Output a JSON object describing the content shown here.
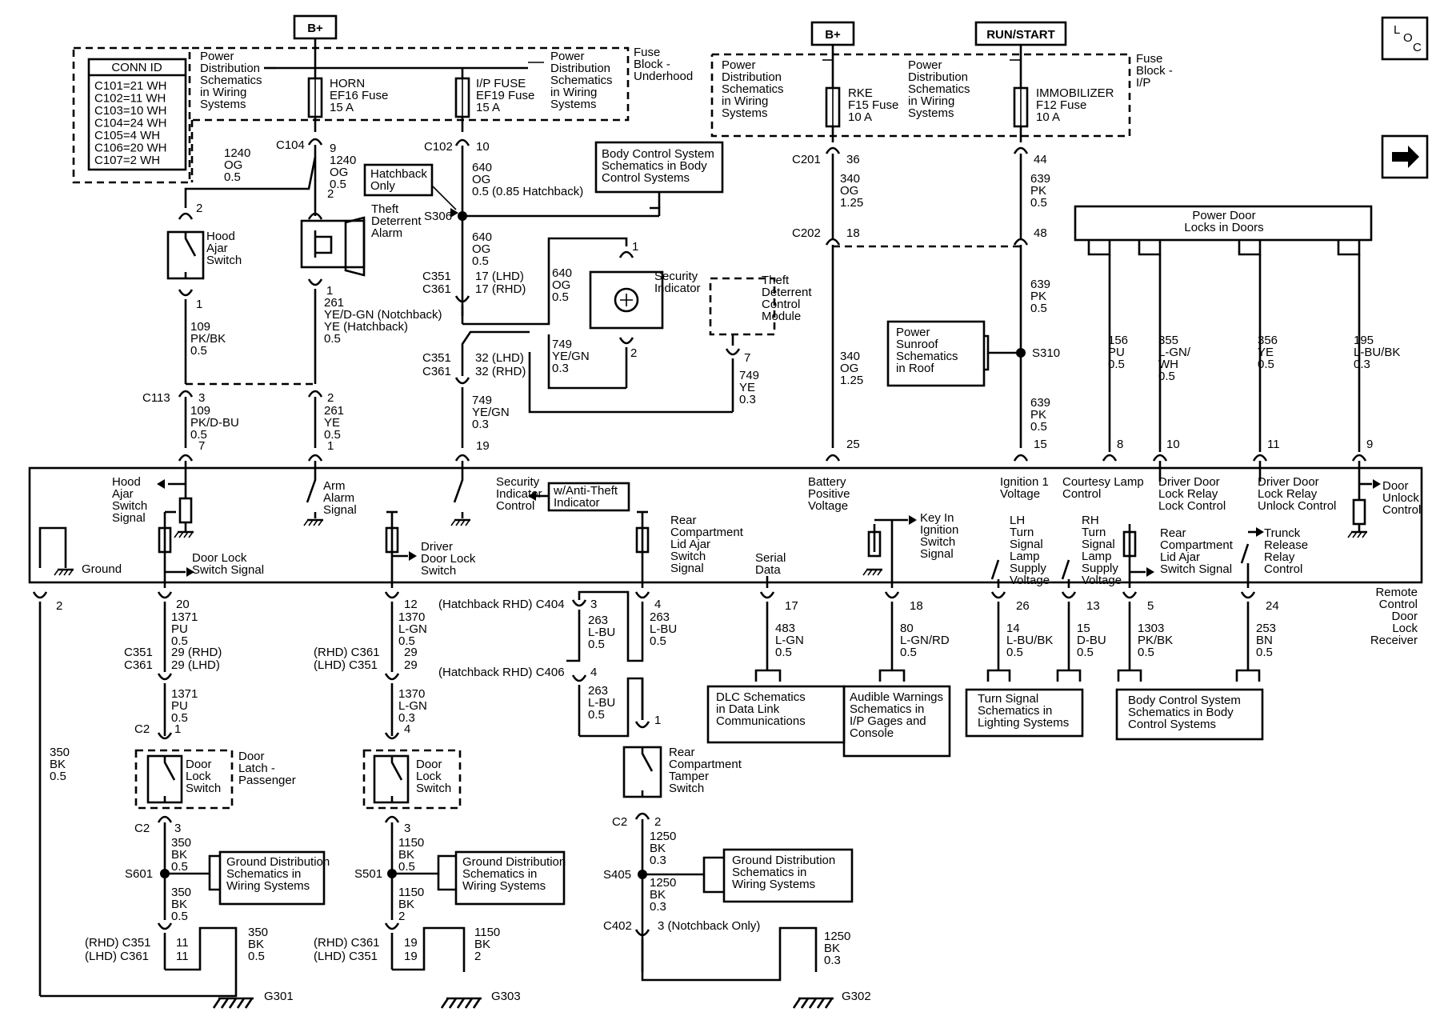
{
  "power_labels": {
    "bplus": "B+",
    "run_start": "RUN/START"
  },
  "loc_icon": "loc-icon",
  "next_icon": "arrow-right-icon",
  "conn_id": {
    "title": "CONN ID",
    "rows": [
      "C101=21 WH",
      "C102=11 WH",
      "C103=10 WH",
      "C104=24 WH",
      "C105=4 WH",
      "C106=20 WH",
      "C107=2 WH"
    ]
  },
  "fuse_block_underhood": [
    "Fuse",
    "Block -",
    "Underhood"
  ],
  "fuse_block_ip": [
    "Fuse",
    "Block -",
    "I/P"
  ],
  "power_dist_ref": [
    "Power",
    "Distribution",
    "Schematics",
    "in Wiring",
    "Systems"
  ],
  "horn_fuse": [
    "HORN",
    "EF16 Fuse",
    "15 A"
  ],
  "ip_fuse": [
    "I/P FUSE",
    "EF19 Fuse",
    "15 A"
  ],
  "rke_fuse": [
    "RKE",
    "F15 Fuse",
    "10 A"
  ],
  "immo_fuse": [
    "IMMOBILIZER",
    "F12 Fuse",
    "10 A"
  ],
  "connectors": {
    "c104": "C104",
    "c102": "C102",
    "c201": "C201",
    "c202": "C202",
    "c113": "C113",
    "s306": "S306",
    "s310": "S310",
    "c351": "C351",
    "c361": "C361",
    "c351_c361_a": [
      "C351",
      "C361"
    ],
    "c2": "C2",
    "c404": "(Hatchback RHD) C404",
    "c406": "(Hatchback RHD) C406",
    "s601": "S601",
    "s501": "S501",
    "s405": "S405",
    "c402": "C402",
    "g301": "G301",
    "g303": "G303",
    "g302": "G302",
    "rhd_c351": "(RHD) C351",
    "lhd_c361": "(LHD) C361",
    "rhd_c361": "(RHD) C361",
    "lhd_c351": "(LHD) C351"
  },
  "pins": {
    "c104_9": "9",
    "c102_10": "10",
    "c201_36": "36",
    "c201_44": "44",
    "c202_18": "18",
    "c202_48": "48",
    "hood_2": "2",
    "hood_1": "1",
    "alarm_2": "2",
    "alarm_1": "1",
    "sec_1": "1",
    "sec_2": "2",
    "tdcm_7": "7",
    "c351_17": "17 (LHD)",
    "c361_17": "17 (RHD)",
    "c351_32": "32 (LHD)",
    "c361_32": "32 (RHD)",
    "c113_3": "3",
    "c113_2": "2",
    "r7": "7",
    "r1": "1",
    "r19": "19",
    "r25": "25",
    "r15": "15",
    "r8": "8",
    "r10": "10",
    "r11": "11",
    "r9": "9",
    "r2": "2",
    "r20": "20",
    "r12": "12",
    "r4": "4",
    "r17": "17",
    "r18": "18",
    "r26": "26",
    "r13": "13",
    "r5": "5",
    "r24": "24",
    "c351_29rhd": "29 (RHD)",
    "c361_29lhd": "29 (LHD)",
    "c361_29": "29",
    "c351_29": "29",
    "c2_1a": "1",
    "c2_3a": "3",
    "c2_4b": "4",
    "c2_3b": "3",
    "c404_3": "3",
    "c406_4": "4",
    "tamper_1": "1",
    "tamper_2": "2",
    "c402_3": "3 (Notchback Only)",
    "g301_11a": "11",
    "g301_11b": "11",
    "g303_19a": "19",
    "g303_19b": "19"
  },
  "wires": {
    "w1240a": [
      "1240",
      "OG",
      "0.5"
    ],
    "w1240b": [
      "1240",
      "OG",
      "0.5"
    ],
    "w640a": [
      "640",
      "OG",
      "0.5 (0.85 Hatchback)"
    ],
    "w640b": [
      "640",
      "OG",
      "0.5"
    ],
    "w640c": [
      "640",
      "OG",
      "0.5"
    ],
    "w340a": [
      "340",
      "OG",
      "1.25"
    ],
    "w340b": [
      "340",
      "OG",
      "1.25"
    ],
    "w639a": [
      "639",
      "PK",
      "0.5"
    ],
    "w639b": [
      "639",
      "PK",
      "0.5"
    ],
    "w639c": [
      "639",
      "PK",
      "0.5"
    ],
    "w109a": [
      "109",
      "PK/BK",
      "0.5"
    ],
    "w109b": [
      "109",
      "PK/D-BU",
      "0.5"
    ],
    "w261a": [
      "261",
      "YE/D-GN (Notchback)",
      "YE (Hatchback)",
      "0.5"
    ],
    "w261b": [
      "261",
      "YE",
      "0.5"
    ],
    "w749a": [
      "749",
      "YE/GN",
      "0.3"
    ],
    "w749b": [
      "749",
      "YE/GN",
      "0.3"
    ],
    "w749c": [
      "749",
      "YE",
      "0.3"
    ],
    "w156": [
      "156",
      "PU",
      "0.5"
    ],
    "w355": [
      "355",
      "L-GN/",
      "WH",
      "0.5"
    ],
    "w356": [
      "356",
      "YE",
      "0.5"
    ],
    "w195": [
      "195",
      "L-BU/BK",
      "0.3"
    ],
    "w1371a": [
      "1371",
      "PU",
      "0.5"
    ],
    "w1371b": [
      "1371",
      "PU",
      "0.5"
    ],
    "w1370a": [
      "1370",
      "L-GN",
      "0.5"
    ],
    "w1370b": [
      "1370",
      "L-GN",
      "0.3"
    ],
    "w263a": [
      "263",
      "L-BU",
      "0.5"
    ],
    "w263b": [
      "263",
      "L-BU",
      "0.5"
    ],
    "w263c": [
      "263",
      "L-BU",
      "0.5"
    ],
    "w483": [
      "483",
      "L-GN",
      "0.5"
    ],
    "w80": [
      "80",
      "L-GN/RD",
      "0.5"
    ],
    "w14": [
      "14",
      "L-BU/BK",
      "0.5"
    ],
    "w15": [
      "15",
      "D-BU",
      "0.5"
    ],
    "w1303": [
      "1303",
      "PK/BK",
      "0.5"
    ],
    "w253": [
      "253",
      "BN",
      "0.5"
    ],
    "w350a": [
      "350",
      "BK",
      "0.5"
    ],
    "w350b": [
      "350",
      "BK",
      "0.5"
    ],
    "w350c": [
      "350",
      "BK",
      "0.5"
    ],
    "w350d": [
      "350",
      "BK",
      "0.5"
    ],
    "w350e": [
      "350",
      "BK",
      "0.5"
    ],
    "w1150a": [
      "1150",
      "BK",
      "0.5"
    ],
    "w1150b": [
      "1150",
      "BK",
      "2"
    ],
    "w1150c": [
      "1150",
      "BK",
      "2"
    ],
    "w1250a": [
      "1250",
      "BK",
      "0.3"
    ],
    "w1250b": [
      "1250",
      "BK",
      "0.3"
    ],
    "w1250c": [
      "1250",
      "BK",
      "0.3"
    ]
  },
  "components": {
    "hood_ajar": [
      "Hood",
      "Ajar",
      "Switch"
    ],
    "theft_alarm": [
      "Theft",
      "Deterrent",
      "Alarm"
    ],
    "hatchback_only": [
      "Hatchback",
      "Only"
    ],
    "body_control_ref": [
      "Body Control System",
      "Schematics in Body",
      "Control Systems"
    ],
    "security_indicator": [
      "Security",
      "Indicator"
    ],
    "tdcm": [
      "Theft",
      "Deterrent",
      "Control",
      "Module"
    ],
    "sunroof_ref": [
      "Power",
      "Sunroof",
      "Schematics",
      "in Roof"
    ],
    "power_door_locks": [
      "Power Door",
      "Locks in Doors"
    ],
    "door_latch": [
      "Door",
      "Lock",
      "Switch"
    ],
    "door_latch_name": [
      "Door",
      "Latch -",
      "Passenger"
    ],
    "door_lock_switch": [
      "Door",
      "Lock",
      "Switch"
    ],
    "rear_tamper": [
      "Rear",
      "Compartment",
      "Tamper",
      "Switch"
    ],
    "ground_ref": [
      "Ground Distribution",
      "Schematics in",
      "Wiring Systems"
    ],
    "dlc_ref": [
      "DLC Schematics",
      "in Data Link",
      "Communications"
    ],
    "audible_ref": [
      "Audible Warnings",
      "Schematics in",
      "I/P Gages and",
      "Console"
    ],
    "turn_ref": [
      "Turn Signal",
      "Schematics in",
      "Lighting Systems"
    ],
    "body_control_ref2": [
      "Body Control System",
      "Schematics in Body",
      "Control Systems"
    ]
  },
  "receiver": {
    "name": [
      "Remote",
      "Control",
      "Door",
      "Lock",
      "Receiver"
    ],
    "hood_signal": [
      "Hood",
      "Ajar",
      "Switch",
      "Signal"
    ],
    "arm_alarm": [
      "Arm",
      "Alarm",
      "Signal"
    ],
    "sec_control": [
      "Security",
      "Indicator",
      "Control"
    ],
    "w_anti_theft": [
      "w/Anti-Theft",
      "Indicator"
    ],
    "battery": [
      "Battery",
      "Positive",
      "Voltage"
    ],
    "ignition": [
      "Ignition 1",
      "Voltage"
    ],
    "courtesy": [
      "Courtesy Lamp",
      "Control"
    ],
    "driver_lock": [
      "Driver Door",
      "Lock Relay",
      "Lock Control"
    ],
    "driver_unlock": [
      "Driver Door",
      "Lock Relay",
      "Unlock Control"
    ],
    "door_unlock": [
      "Door",
      "Unlock",
      "Control"
    ],
    "ground": "Ground",
    "door_lock_sig": [
      "Door Lock",
      "Switch Signal"
    ],
    "driver_door_lock_sw": [
      "Driver",
      "Door Lock",
      "Switch"
    ],
    "rear_lid": [
      "Rear",
      "Compartment",
      "Lid Ajar",
      "Switch",
      "Signal"
    ],
    "serial": [
      "Serial",
      "Data"
    ],
    "key_in": [
      "Key In",
      "Ignition",
      "Switch",
      "Signal"
    ],
    "lh_turn": [
      "LH",
      "Turn",
      "Signal",
      "Lamp",
      "Supply",
      "Voltage"
    ],
    "rh_turn": [
      "RH",
      "Turn",
      "Signal",
      "Lamp",
      "Supply",
      "Voltage"
    ],
    "rear_lid2": [
      "Rear",
      "Compartment",
      "Lid Ajar",
      "Switch Signal"
    ],
    "trunk": [
      "Trunck",
      "Release",
      "Relay",
      "Control"
    ]
  }
}
